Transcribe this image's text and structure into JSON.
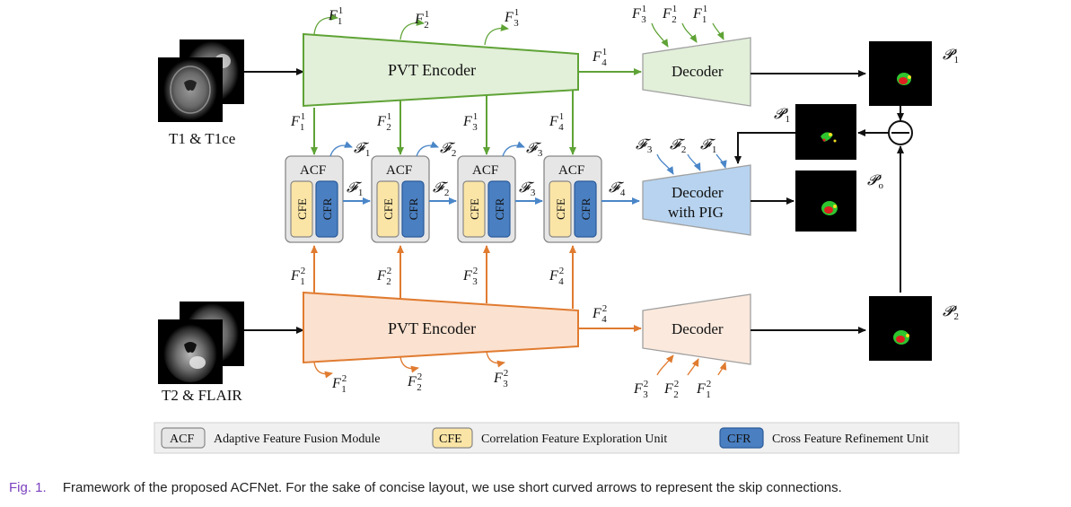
{
  "inputs": {
    "top_label": "T1 & T1ce",
    "bottom_label": "T2 & FLAIR"
  },
  "encoder": {
    "top_label": "PVT Encoder",
    "bottom_label": "PVT Encoder"
  },
  "decoders": {
    "top_label": "Decoder",
    "mid_label_line1": "Decoder",
    "mid_label_line2": "with PIG",
    "bottom_label": "Decoder"
  },
  "acf": {
    "title": "ACF",
    "cfe": "CFE",
    "cfr": "CFR"
  },
  "symbols": {
    "F": "F",
    "calF": "𝓕",
    "P": "𝓟",
    "p1_sub": "1",
    "p2_sub": "2",
    "po_sub": "o"
  },
  "legend": {
    "acf_tag": "ACF",
    "acf_text": "Adaptive Feature Fusion Module",
    "cfe_tag": "CFE",
    "cfe_text": "Correlation Feature Exploration Unit",
    "cfr_tag": "CFR",
    "cfr_text": "Cross Feature Refinement Unit"
  },
  "caption": {
    "prefix": "Fig. 1.",
    "text": "Framework of the proposed ACFNet. For the sake of concise layout, we use short curved arrows to represent the skip connections."
  },
  "colors": {
    "green": "#5fa336",
    "green_fill": "#a9d18e",
    "orange": "#e07b30",
    "orange_fill": "#f4b183",
    "blue": "#4a86c8",
    "blue_fill": "#a6c7e8",
    "cfe_fill": "#fbe5a6",
    "cfr_fill": "#4a7fc1"
  }
}
